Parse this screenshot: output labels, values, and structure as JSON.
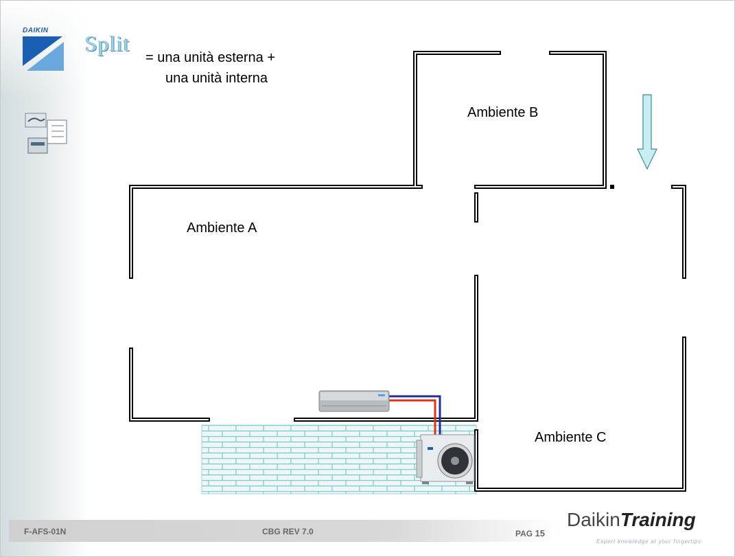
{
  "header": {
    "split_word": "Split",
    "definition_line1": "= una unità esterna +",
    "definition_line2": "una unità interna"
  },
  "rooms": {
    "a": "Ambiente A",
    "b": "Ambiente B",
    "c": "Ambiente C"
  },
  "footer": {
    "code": "F-AFS-01N",
    "revision": "CBG REV 7.0",
    "page_prefix": "PAG",
    "page_number": "15"
  },
  "brand": {
    "logo_word": "DAIKIN",
    "name_plain": "Daikin",
    "name_emph": "Training",
    "tagline": "Expert knowledge at your fingertips"
  },
  "colors": {
    "arrow_fill": "#c9eef2",
    "arrow_stroke": "#3a8a9a",
    "pipe_blue": "#1f2e9a",
    "pipe_red": "#e0311a",
    "brick_fill": "#eef7f8",
    "brick_line": "#7cc8cc",
    "logo_blue": "#1a5fb4"
  },
  "icons": {
    "arrow": "down-arrow-icon",
    "indoor_unit": "indoor-unit-icon",
    "outdoor_unit": "outdoor-unit-icon"
  }
}
